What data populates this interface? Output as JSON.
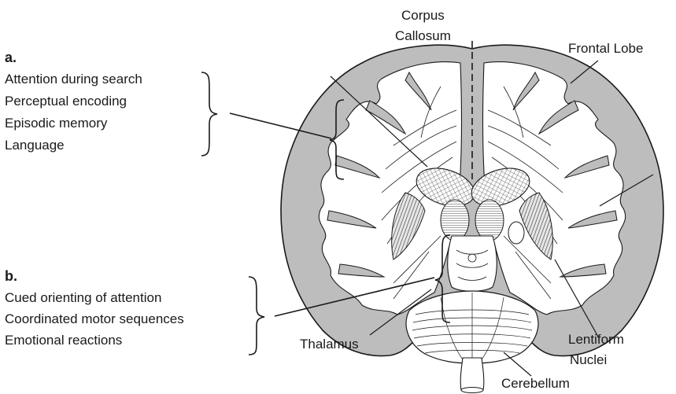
{
  "labels": {
    "corpus_callosum_line1": "Corpus",
    "corpus_callosum_line2": "Callosum",
    "frontal_lobe": "Frontal Lobe",
    "thalamus": "Thalamus",
    "lentiform_line1": "Lentiform",
    "lentiform_line2": "Nuclei",
    "cerebellum": "Cerebellum"
  },
  "group_a": {
    "heading": "a.",
    "items": [
      "Attention during search",
      "Perceptual encoding",
      "Episodic memory",
      "Language"
    ]
  },
  "group_b": {
    "heading": "b.",
    "items": [
      "Cued orienting of attention",
      "Coordinated motor sequences",
      "Emotional reactions"
    ]
  },
  "colors": {
    "ink": "#1a1a1a",
    "cortex_gray": "#bdbdbd",
    "white_matter": "#ffffff",
    "stipple": "#9a9a9a"
  }
}
